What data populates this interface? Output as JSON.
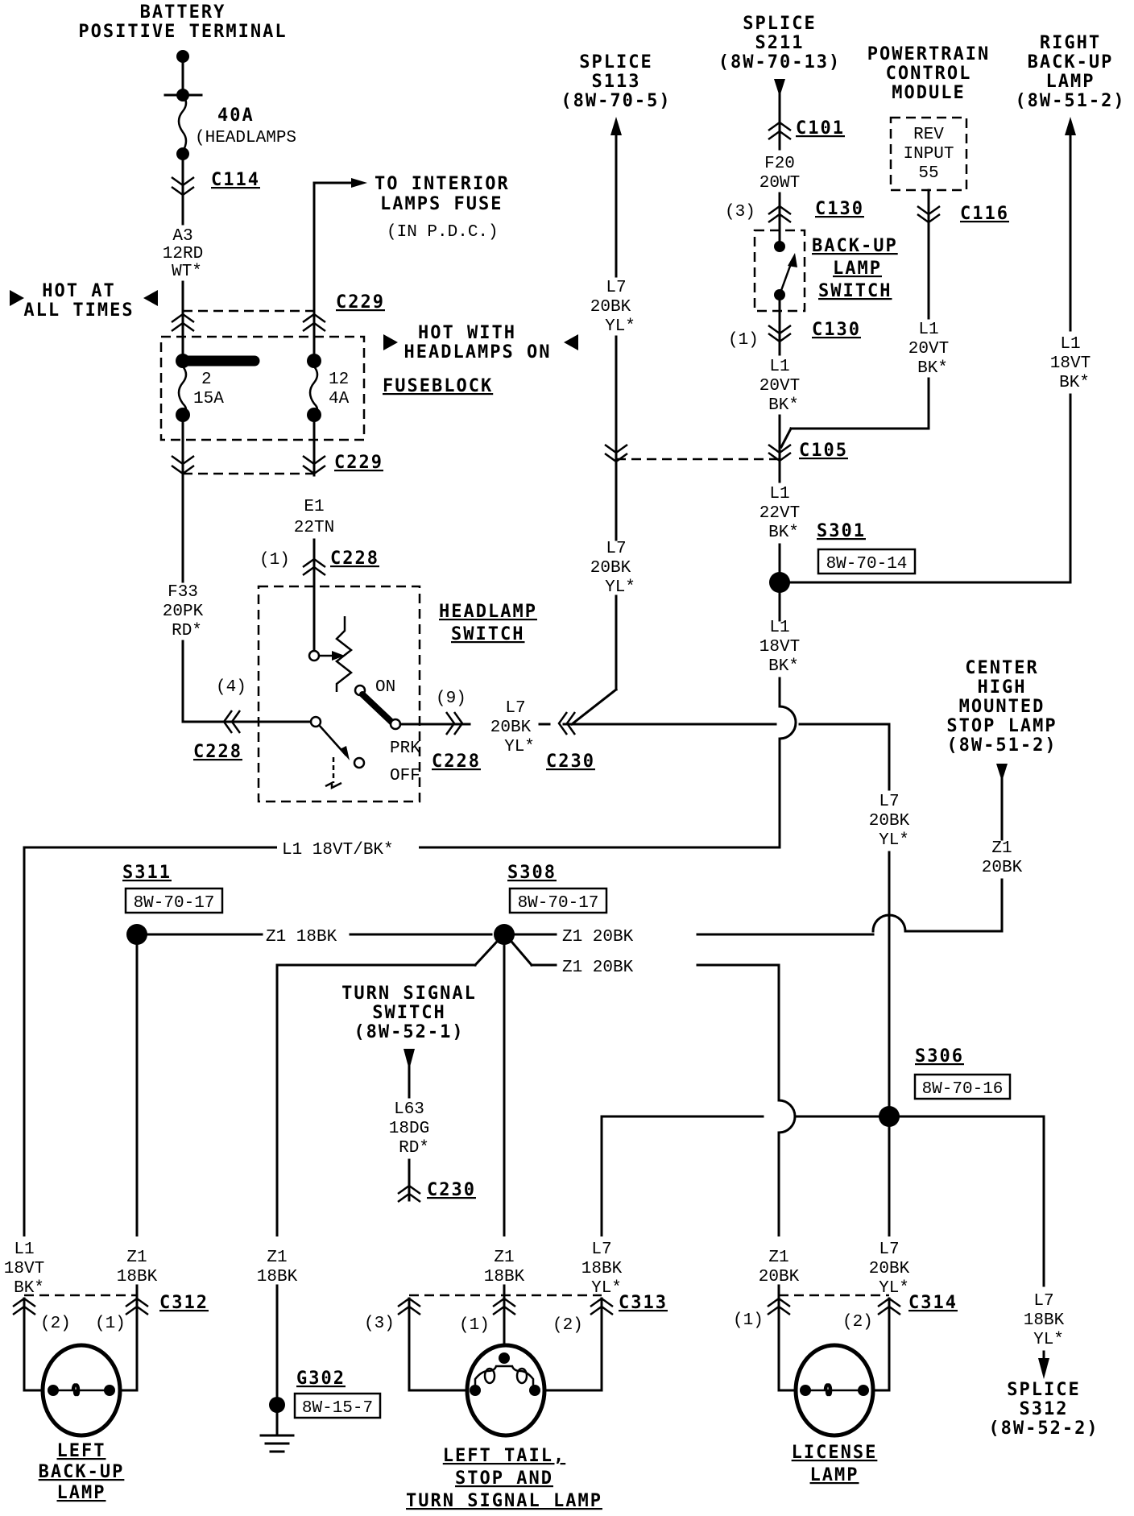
{
  "title": "Back-up / Tail / Stop / License Lamp Wiring Diagram",
  "sources": {
    "battery": [
      "BATTERY",
      "POSITIVE TERMINAL"
    ],
    "fuse_40a": {
      "rating": "40A",
      "name": "(HEADLAMPS"
    },
    "interior_lamps": [
      "TO INTERIOR",
      "LAMPS FUSE",
      "(IN P.D.C.)"
    ],
    "splice_s113": [
      "SPLICE",
      "S113",
      "(8W-70-5)"
    ],
    "splice_s211": [
      "SPLICE",
      "S211",
      "(8W-70-13)"
    ],
    "pcm": [
      "POWERTRAIN",
      "CONTROL",
      "MODULE"
    ],
    "pcm_pin": [
      "REV",
      "INPUT",
      "55"
    ],
    "right_backup": [
      "RIGHT",
      "BACK-UP",
      "LAMP",
      "(8W-51-2)"
    ],
    "chmsl": [
      "CENTER",
      "HIGH",
      "MOUNTED",
      "STOP LAMP",
      "(8W-51-2)"
    ],
    "turn_signal_switch": [
      "TURN SIGNAL",
      "SWITCH",
      "(8W-52-1)"
    ],
    "splice_s312": [
      "SPLICE",
      "S312",
      "(8W-52-2)"
    ]
  },
  "status_labels": {
    "hot_all_times": [
      "HOT AT",
      "ALL TIMES"
    ],
    "hot_headlamps": [
      "HOT WITH",
      "HEADLAMPS ON"
    ]
  },
  "components": {
    "fuseblock": "FUSEBLOCK",
    "fuse2": {
      "num": "2",
      "rating": "15A"
    },
    "fuse12": {
      "num": "12",
      "rating": "4A"
    },
    "headlamp_switch": [
      "HEADLAMP",
      "SWITCH"
    ],
    "switch_positions": {
      "on": "ON",
      "prk": "PRK",
      "off": "OFF"
    },
    "backup_switch": [
      "BACK-UP",
      "LAMP",
      "SWITCH"
    ],
    "left_backup_lamp": [
      "LEFT",
      "BACK-UP",
      "LAMP"
    ],
    "left_tail_lamp": [
      "LEFT TAIL,",
      "STOP AND",
      "TURN SIGNAL LAMP"
    ],
    "license_lamp": [
      "LICENSE",
      "LAMP"
    ]
  },
  "connectors": {
    "c114": "C114",
    "c229": "C229",
    "c228": "C228",
    "c230": "C230",
    "c101": "C101",
    "c130": "C130",
    "c116": "C116",
    "c105": "C105",
    "c312": "C312",
    "c313": "C313",
    "c314": "C314"
  },
  "pins": {
    "p1": "(1)",
    "p2": "(2)",
    "p3": "(3)",
    "p4": "(4)",
    "p9": "(9)"
  },
  "splices": {
    "s301": {
      "id": "S301",
      "ref": "8W-70-14"
    },
    "s311": {
      "id": "S311",
      "ref": "8W-70-17"
    },
    "s308": {
      "id": "S308",
      "ref": "8W-70-17"
    },
    "s306": {
      "id": "S306",
      "ref": "8W-70-16"
    },
    "g302": {
      "id": "G302",
      "ref": "8W-15-7"
    }
  },
  "wires": {
    "a3": [
      "A3",
      "12RD",
      "WT*"
    ],
    "f33": [
      "F33",
      "20PK",
      "RD*"
    ],
    "e1": [
      "E1",
      "22TN"
    ],
    "l7_20bk_yl": [
      "L7",
      "20BK",
      "YL*"
    ],
    "l7_18bk_yl": [
      "L7",
      "18BK",
      "YL*"
    ],
    "f20": [
      "F20",
      "20WT"
    ],
    "l1_20vt_bk": [
      "L1",
      "20VT",
      "BK*"
    ],
    "l1_22vt_bk": [
      "L1",
      "22VT",
      "BK*"
    ],
    "l1_18vt_bk": [
      "L1",
      "18VT",
      "BK*"
    ],
    "l1_inline": "L1  18VT/BK*",
    "z1_18bk_inline": "Z1  18BK",
    "z1_20bk_inline": "Z1  20BK",
    "z1_20bk": [
      "Z1",
      "20BK"
    ],
    "z1_18bk": [
      "Z1",
      "18BK"
    ],
    "l63": [
      "L63",
      "18DG",
      "RD*"
    ]
  }
}
